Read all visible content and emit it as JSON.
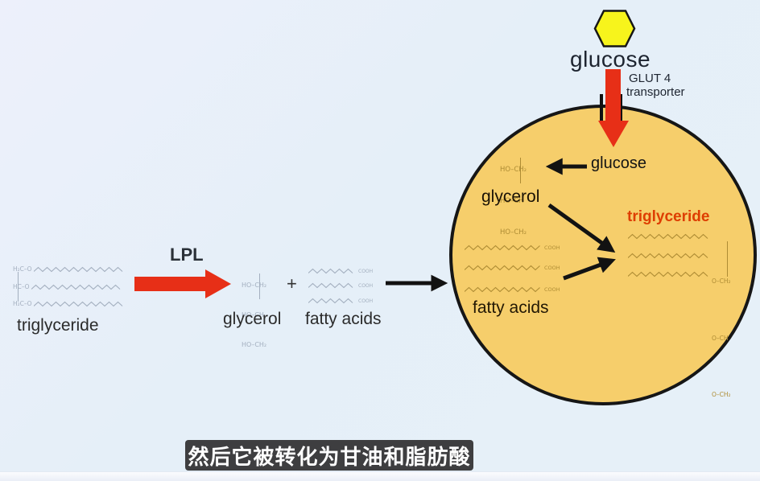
{
  "colors": {
    "background": "#E6EFF8",
    "cell_fill": "#F6CE6B",
    "cell_border": "#161616",
    "arrow_red": "#E72F17",
    "arrow_black": "#121212",
    "hexagon_fill": "#F7F41C",
    "triglyceride_label_red": "#DE3D00",
    "molecule_plasma_gray": "#A3AFBF",
    "molecule_cell_tan": "#AE8C34",
    "subtitle_bg": "#3E3E40",
    "subtitle_text": "#FFFFFF"
  },
  "glucose_entry": {
    "glucose_label": "glucose",
    "transporter_name_line1": "GLUT 4",
    "transporter_name_line2": "transporter"
  },
  "plasma": {
    "triglyceride_label": "triglyceride",
    "triglyceride_backbone": [
      "H₂C–O",
      "HC–O",
      "H₂C–O"
    ],
    "enzyme_label": "LPL",
    "glycerol_label": "glycerol",
    "glycerol_formula": [
      "HO–CH₂",
      "HO–CH",
      "HO–CH₂"
    ],
    "plus_sign": "+",
    "fatty_acids_label": "fatty acids",
    "fatty_acid_head": "COOH"
  },
  "cell": {
    "glucose_label": "glucose",
    "glycerol_formula": [
      "HO–CH₂",
      "HO–CH",
      "HO–CH₂"
    ],
    "glycerol_label": "glycerol",
    "fatty_acids_label": "fatty acids",
    "fatty_acid_head": "COOH",
    "triglyceride_label": "triglyceride",
    "triglyceride_backbone": [
      "O–CH₂",
      "O–CH",
      "O–CH₂"
    ]
  },
  "subtitle": {
    "text": "然后它被转化为甘油和脂肪酸"
  }
}
